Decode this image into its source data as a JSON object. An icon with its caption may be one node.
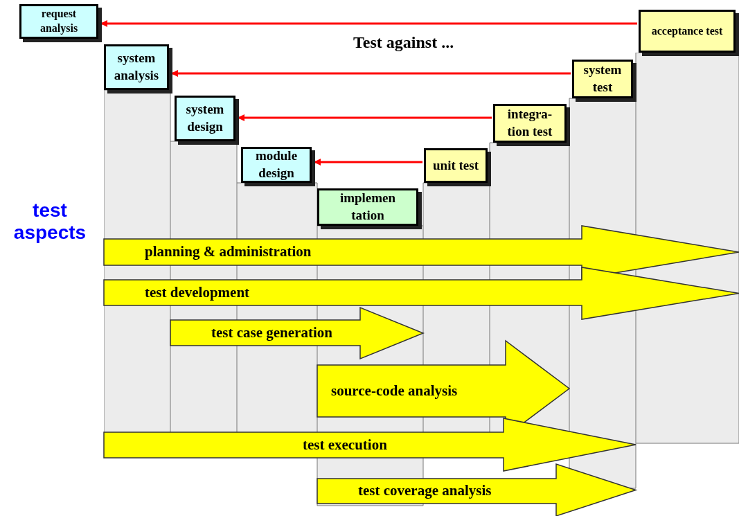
{
  "diagram": {
    "nodes": [
      {
        "text": [
          "request analysis"
        ]
      },
      {
        "text": [
          "system analysis"
        ]
      },
      {
        "text": [
          "system design"
        ]
      },
      {
        "text": [
          "module design"
        ]
      },
      {
        "text": [
          "implemen tation"
        ]
      },
      {
        "text": [
          "unit test"
        ]
      },
      {
        "text": [
          "integra- tion test"
        ]
      },
      {
        "text": [
          "system test"
        ]
      },
      {
        "text": [
          "acceptance test"
        ]
      },
      {
        "text": [
          "planning & administration"
        ]
      },
      {
        "text": [
          "test development"
        ]
      },
      {
        "text": [
          "test case generation"
        ]
      },
      {
        "text": [
          "source-code analysis"
        ]
      },
      {
        "text": [
          "test execution"
        ]
      },
      {
        "text": [
          "test coverage analysis"
        ]
      }
    ],
    "edges": [
      {
        "from": 8,
        "to": 0,
        "arrow": "to"
      },
      {
        "from": 7,
        "to": 1,
        "arrow": "to"
      },
      {
        "from": 6,
        "to": 2,
        "arrow": "to"
      },
      {
        "from": 5,
        "to": 3,
        "arrow": "to"
      }
    ],
    "labels": [
      "Test against ...",
      "test aspects"
    ]
  }
}
